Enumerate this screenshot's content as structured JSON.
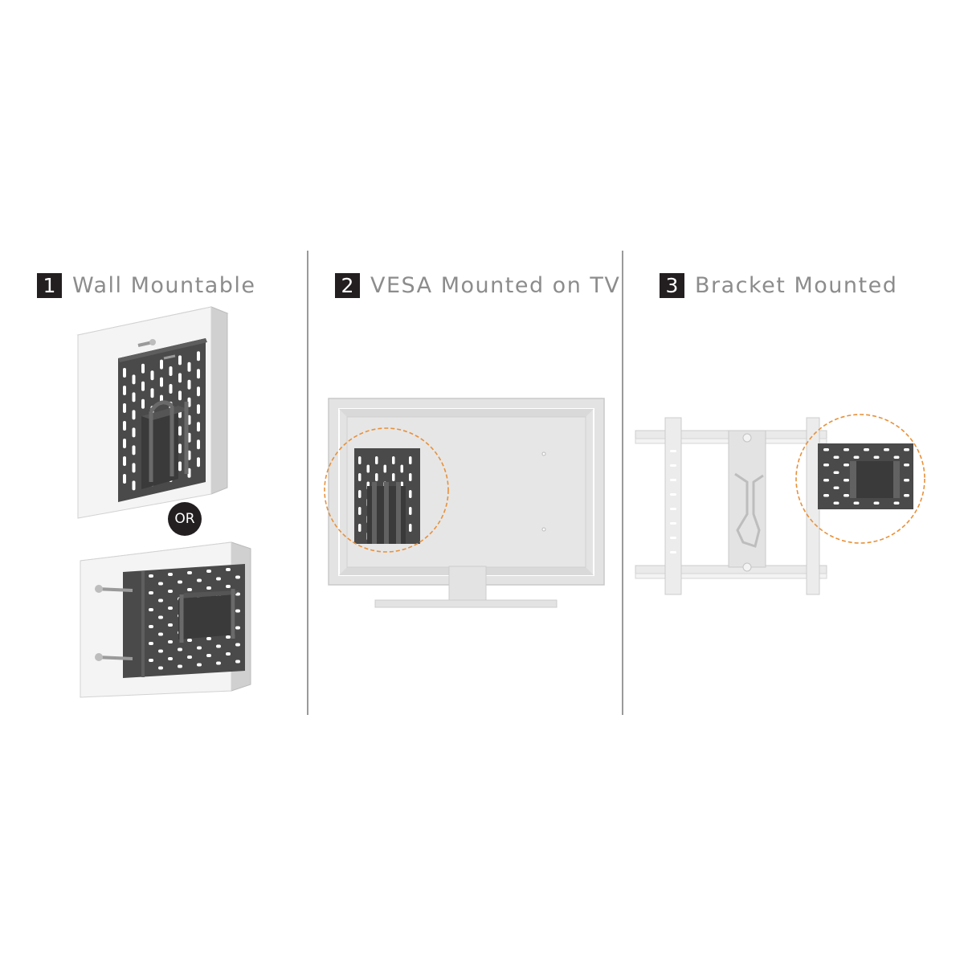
{
  "sections": [
    {
      "number": "1",
      "title": "Wall Mountable"
    },
    {
      "number": "2",
      "title": "VESA Mounted on TV"
    },
    {
      "number": "3",
      "title": "Bracket Mounted"
    }
  ],
  "or_label": "OR",
  "colors": {
    "plate": "#4a4a4a",
    "device": "#3a3a3a",
    "highlight_circle": "#e8913a",
    "wall": "#f2f2f2",
    "tv": "#e3e3e3",
    "bracket": "#eaeaea",
    "heading_text": "#8c8c8c",
    "number_badge": "#231f20"
  }
}
